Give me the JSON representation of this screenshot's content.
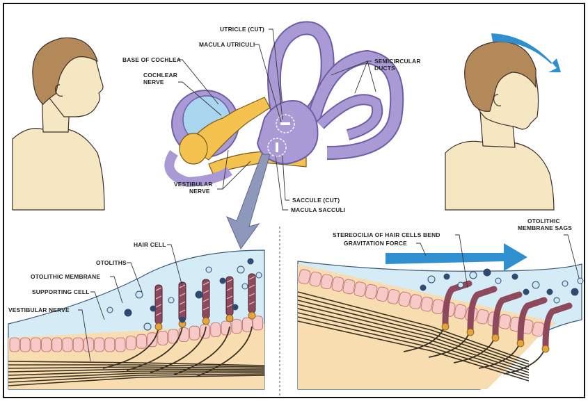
{
  "labels": {
    "utricle": "UTRICLE (CUT)",
    "macula_utriculi": "MACULA UTRICULI",
    "semicircular_1": "SEMICIRCULAR",
    "semicircular_2": "DUCTS",
    "base_cochlea": "BASE OF COCHLEA",
    "cochlear_1": "COCHLEAR",
    "cochlear_2": "NERVE",
    "vestibular_1": "VESTIBULAR",
    "vestibular_2": "NERVE",
    "saccule": "SACCULE (CUT)",
    "macula_sacculi": "MACULA SACCULI",
    "hair_cell": "HAIR CELL",
    "otoliths": "OTOLITHS",
    "otolithic_membrane": "OTOLITHIC MEMBRANE",
    "supporting_cell": "SUPPORTING CELL",
    "vestibular_nerve": "VESTIBULAR NERVE",
    "stereocilia": "STEREOCILIA OF HAIR CELLS BEND",
    "gravitation": "GRAVITATION FORCE",
    "otolithic_sags_1": "OTOLITHIC",
    "otolithic_sags_2": "MEMBRANE SAGS"
  },
  "colors": {
    "skin": "#f6e7c3",
    "hair": "#b3895a",
    "labyrinth": "#a99ad6",
    "labyrinth_dark": "#6d5fa6",
    "nerve": "#f4c24e",
    "cochlea_inner": "#a9d6ee",
    "membrane": "#d5ecf6",
    "hair_cell": "#8e4a5c",
    "cell_row": "#f7c9c7",
    "tissue": "#f7ddb0",
    "arrow_blue": "#2f8fcf"
  }
}
